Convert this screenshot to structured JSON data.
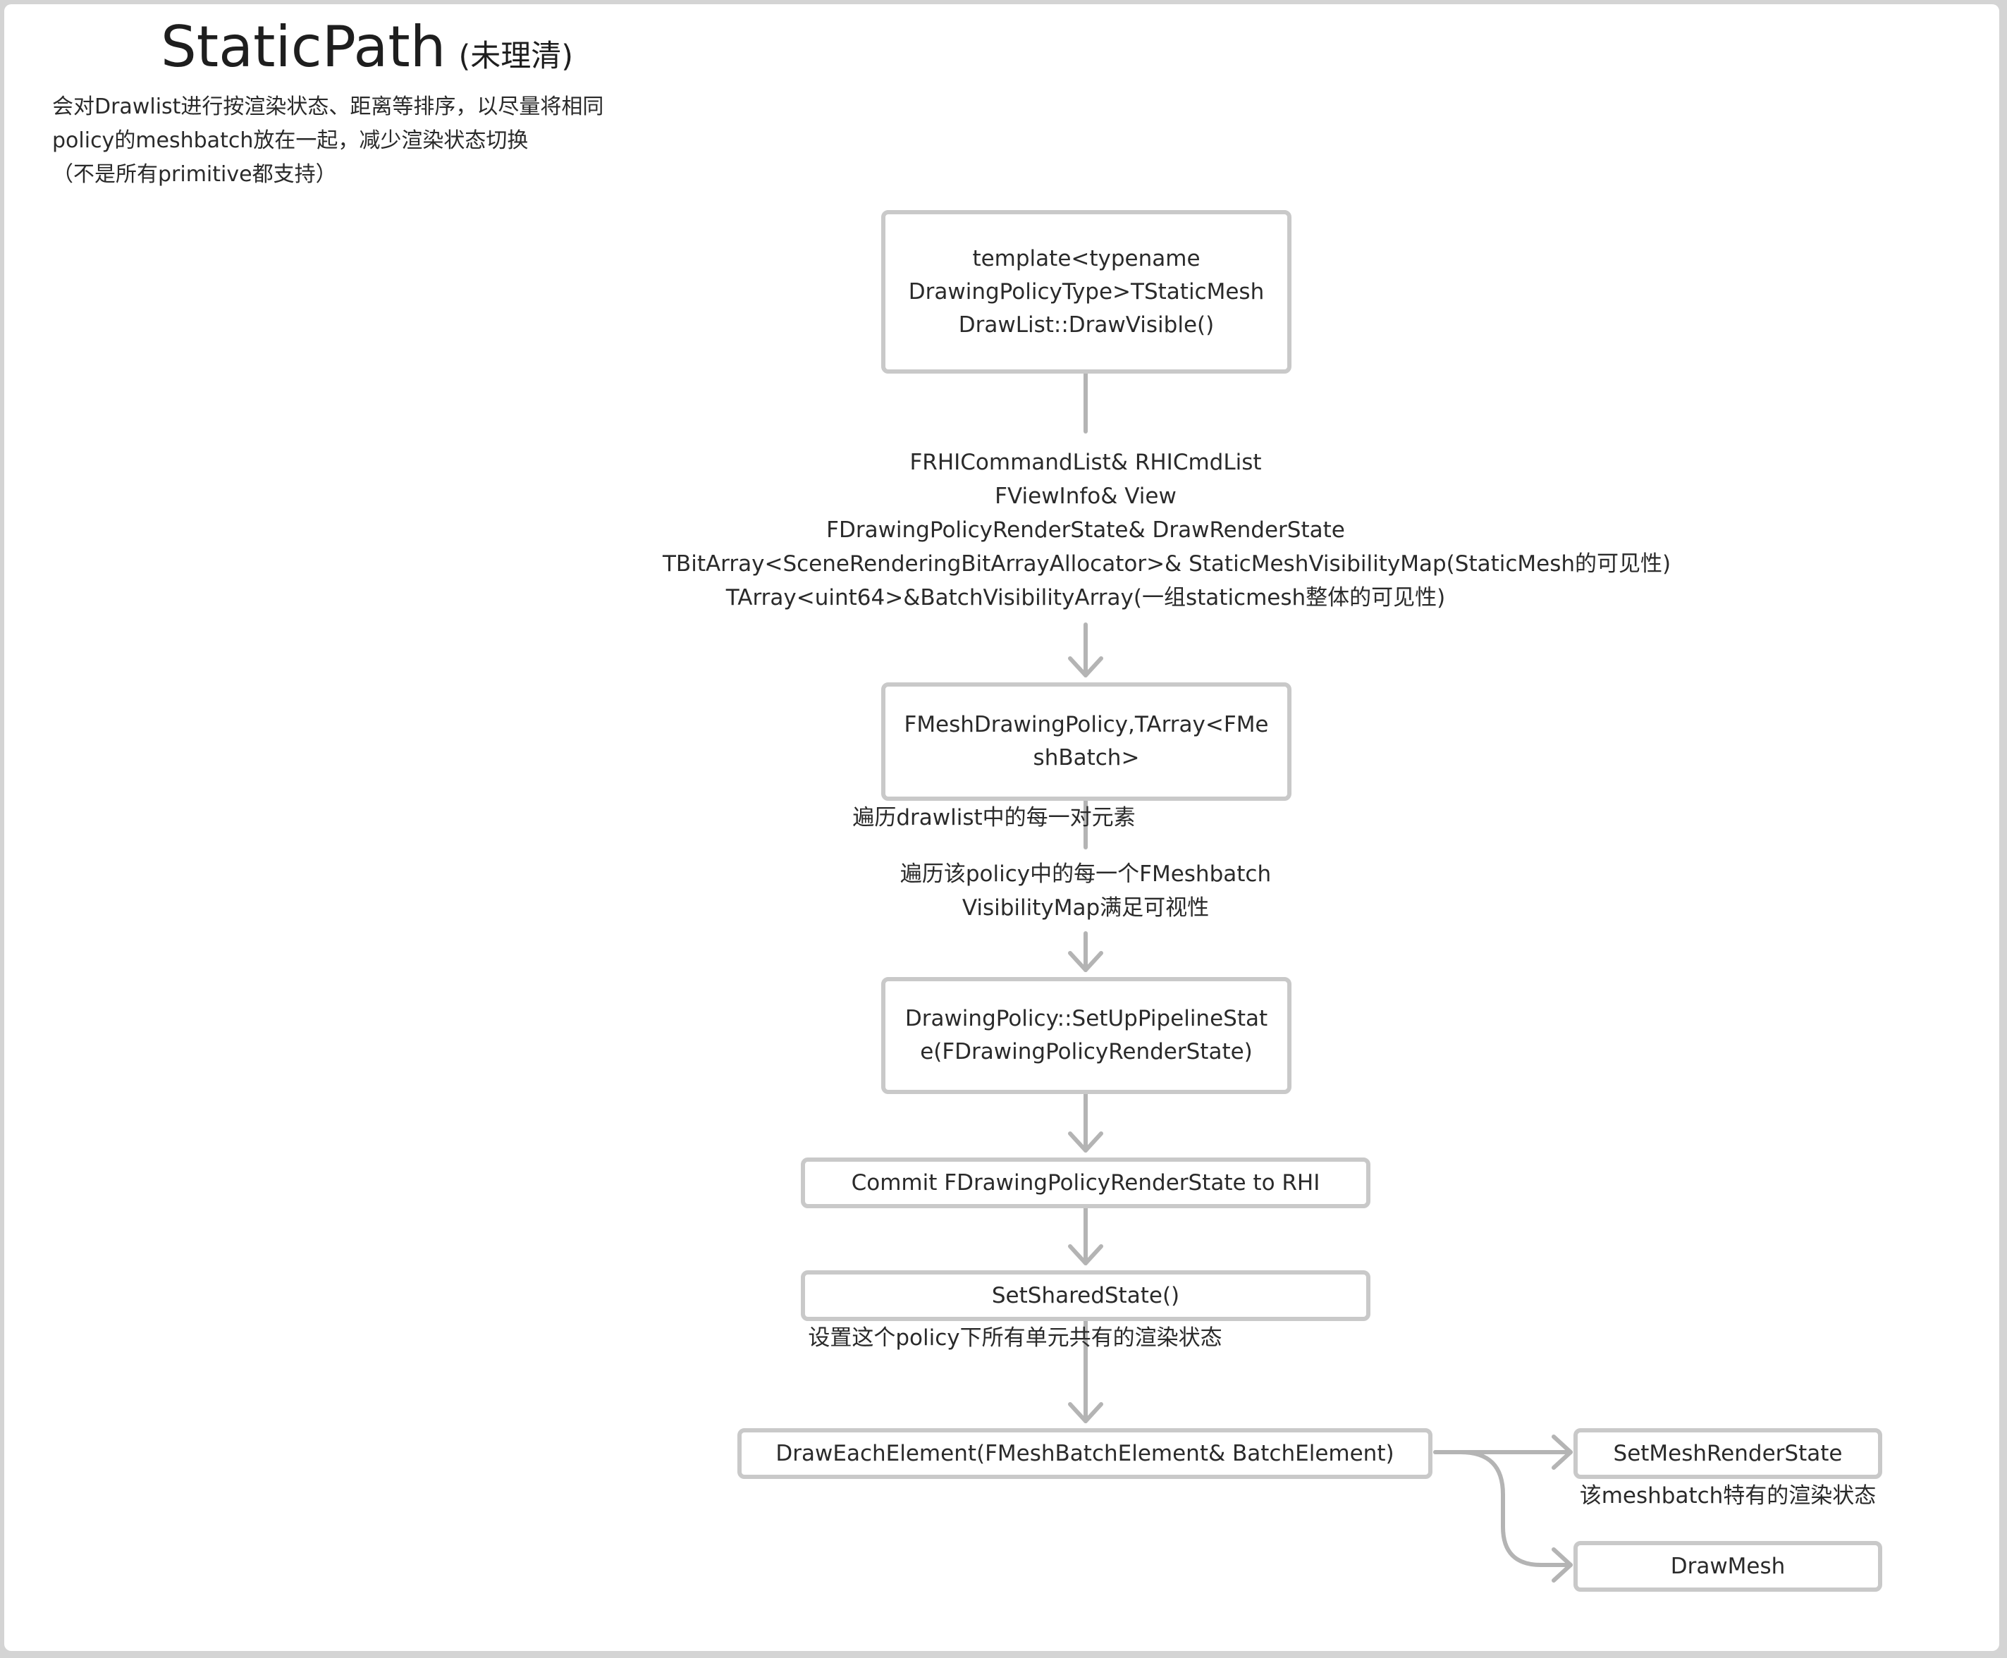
{
  "title": {
    "main": "StaticPath",
    "sub": "(未理清)"
  },
  "intro": [
    "会对Drawlist进行按渲染状态、距离等排序，以尽量将相同",
    "policy的meshbatch放在一起，减少渲染状态切换",
    "（不是所有primitive都支持）"
  ],
  "nodes": {
    "draw_visible": [
      "template<typename",
      "DrawingPolicyType>TStaticMesh",
      "DrawList::DrawVisible()"
    ],
    "mesh_drawing_policy": [
      "FMeshDrawingPolicy,TArray<FMe",
      "shBatch>"
    ],
    "setup_pipeline": [
      "DrawingPolicy::SetUpPipelineStat",
      "e(FDrawingPolicyRenderState)"
    ],
    "commit": "Commit FDrawingPolicyRenderState to RHI",
    "set_shared_state": "SetSharedState()",
    "draw_each_element": "DrawEachElement(FMeshBatchElement& BatchElement)",
    "set_mesh_render_state": "SetMeshRenderState",
    "draw_mesh": "DrawMesh"
  },
  "edge_labels": {
    "params": [
      "FRHICommandList& RHICmdList",
      "FViewInfo& View",
      "FDrawingPolicyRenderState& DrawRenderState",
      "TBitArray<SceneRenderingBitArrayAllocator>& StaticMeshVisibilityMap(StaticMesh的可见性)",
      "TArray<uint64>&BatchVisibilityArray(一组staticmesh整体的可见性)"
    ],
    "iterate_drawlist": "遍历drawlist中的每一对元素",
    "iterate_policy": [
      "遍历该policy中的每一个FMeshbatch",
      "VisibilityMap满足可视性"
    ],
    "shared_state_note": "设置这个policy下所有单元共有的渲染状态",
    "mesh_state_note": "该meshbatch特有的渲染状态"
  },
  "colors": {
    "border": "#c9c9c9",
    "arrow": "#b4b4b4",
    "frame": "#d4d4d4",
    "text": "#2a2a2a"
  }
}
